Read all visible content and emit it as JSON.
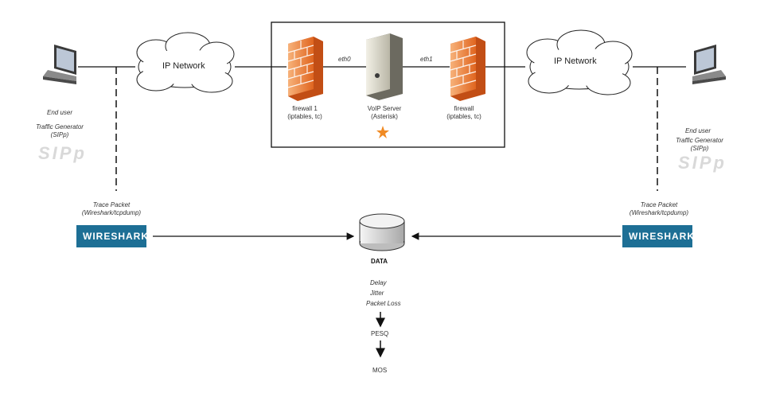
{
  "left_user": {
    "role": "End user",
    "generator": "Traffic Generator",
    "generator_tool": "(SIPp)",
    "logo_text": "SIPp",
    "trace_title": "Trace Packet",
    "trace_tool": "(Wireshark/tcpdump)",
    "wireshark_logo": "WIRESHARK"
  },
  "right_user": {
    "role": "End user",
    "generator": "Traffic Generator",
    "generator_tool": "(SIPp)",
    "logo_text": "SIPp",
    "trace_title": "Trace Packet",
    "trace_tool": "(Wireshark/tcpdump)",
    "wireshark_logo": "WIRESHARK"
  },
  "clouds": {
    "left": "IP Network",
    "right": "IP Network"
  },
  "interfaces": {
    "left": "eth0",
    "right": "eth1"
  },
  "firewall_left": {
    "name": "firewall 1",
    "tools": "(iptables, tc)"
  },
  "server": {
    "name": "VoIP Server",
    "software": "(Asterisk)"
  },
  "firewall_right": {
    "name": "firewall",
    "tools": "(iptables, tc)"
  },
  "data": {
    "label": "DATA",
    "metrics": [
      "Delay",
      "Jitter",
      "Packet Loss"
    ],
    "pesq": "PESQ",
    "mos": "MOS"
  },
  "colors": {
    "firewall_light": "#f4a460",
    "firewall_dark": "#d2521a",
    "wireshark": "#1d6f95",
    "asterisk_star": "#f08a24"
  }
}
